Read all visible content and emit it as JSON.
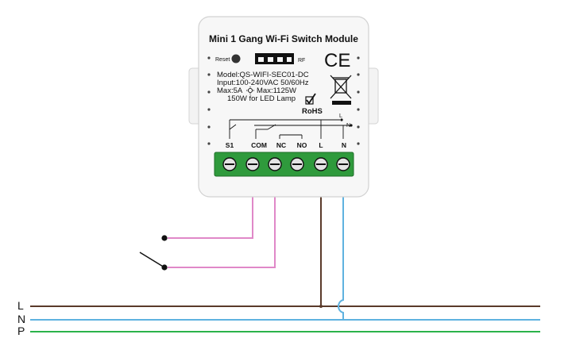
{
  "module": {
    "title": "Mini 1 Gang Wi-Fi Switch Module",
    "reset_label": "Reset",
    "rf_label": "RF",
    "model": "Model:QS-WIFI-SEC01-DC",
    "input": "Input:100-240VAC 50/60Hz",
    "max_left": "Max:5A",
    "max_right": "Max:1125W",
    "led": "150W for LED Lamp",
    "ce_mark": "CE",
    "rohs": "RoHS",
    "schematic_l": "L",
    "schematic_n": "N",
    "terminals": [
      "S1",
      "COM",
      "NC",
      "NO",
      "L",
      "N"
    ]
  },
  "lines": {
    "l": "L",
    "n": "N",
    "p": "P"
  },
  "colors": {
    "l_wire": "#5a3a2a",
    "n_wire": "#5fb2e0",
    "p_wire": "#2bb34a",
    "switch_wire": "#e088c8",
    "terminal_block": "#2f9a3c"
  }
}
